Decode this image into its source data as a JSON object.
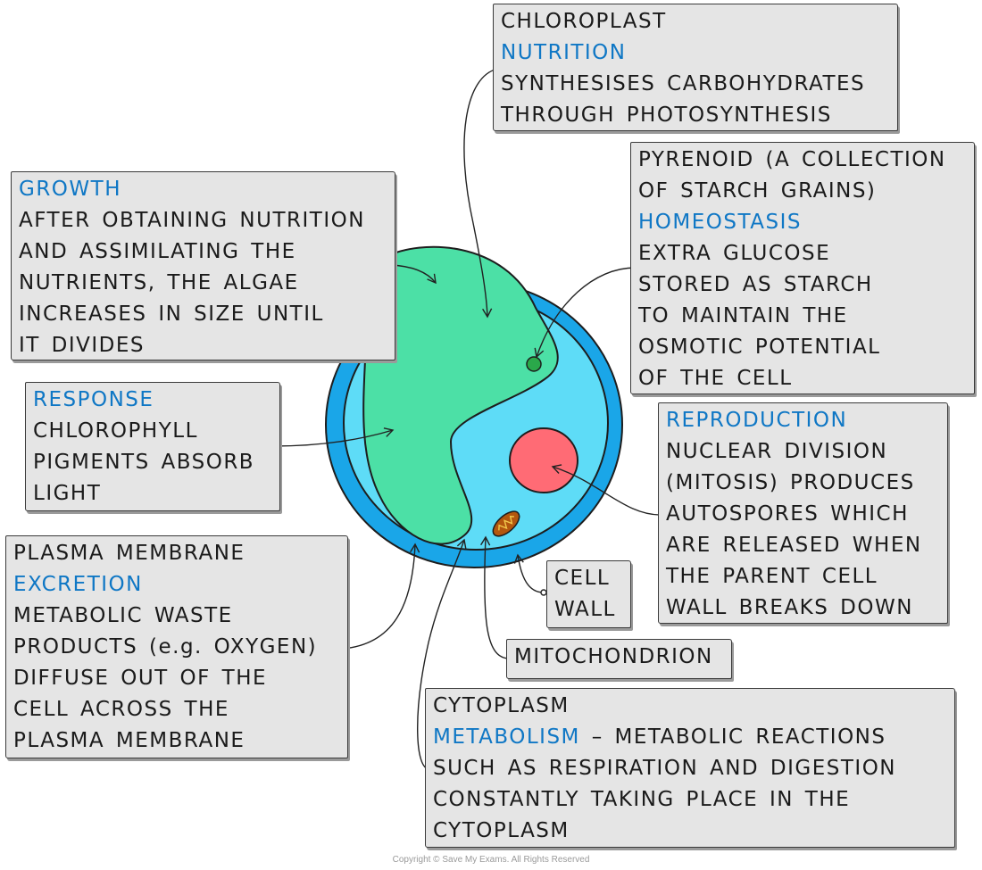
{
  "colors": {
    "cell_wall": "#1aa6e8",
    "cytoplasm": "#5edcf7",
    "chloroplast": "#4ce0a6",
    "nucleus": "#ff6b75",
    "mitochondrion": "#b3570e",
    "pyrenoid": "#2aa84a",
    "keyword": "#0f77c5",
    "label_bg": "#e5e5e5"
  },
  "labels": {
    "chloroplast": {
      "title": "CHLOROPLAST",
      "keyword": "NUTRITION",
      "lines": [
        "SYNTHESISES CARBOHYDRATES",
        "THROUGH PHOTOSYNTHESIS"
      ]
    },
    "growth": {
      "keyword": "GROWTH",
      "lines": [
        "AFTER OBTAINING NUTRITION",
        "AND ASSIMILATING THE",
        "NUTRIENTS, THE ALGAE",
        "INCREASES IN SIZE UNTIL",
        "IT DIVIDES"
      ]
    },
    "pyrenoid": {
      "title_lines": [
        "PYRENOID (A COLLECTION",
        "OF STARCH GRAINS)"
      ],
      "keyword": "HOMEOSTASIS",
      "lines": [
        "EXTRA GLUCOSE",
        "STORED AS STARCH",
        "TO MAINTAIN THE",
        "OSMOTIC POTENTIAL",
        "OF THE CELL"
      ]
    },
    "response": {
      "keyword": "RESPONSE",
      "lines": [
        "CHLOROPHYLL",
        "PIGMENTS ABSORB",
        "LIGHT"
      ]
    },
    "reproduction": {
      "keyword": "REPRODUCTION",
      "lines": [
        "NUCLEAR DIVISION",
        "(MITOSIS) PRODUCES",
        "AUTOSPORES WHICH",
        "ARE RELEASED WHEN",
        "THE PARENT CELL",
        "WALL BREAKS DOWN"
      ]
    },
    "plasma_membrane": {
      "title": "PLASMA MEMBRANE",
      "keyword": "EXCRETION",
      "lines": [
        "METABOLIC WASTE",
        "PRODUCTS (e.g. OXYGEN)",
        "DIFFUSE OUT OF THE",
        "CELL ACROSS THE",
        "PLASMA MEMBRANE"
      ]
    },
    "cell_wall": {
      "lines": [
        "CELL",
        "WALL"
      ]
    },
    "mitochondrion": {
      "text": "MITOCHONDRION"
    },
    "cytoplasm": {
      "title": "CYTOPLASM",
      "keyword": "METABOLISM",
      "keyword_suffix": " – METABOLIC REACTIONS",
      "lines": [
        "SUCH AS RESPIRATION AND DIGESTION",
        "CONSTANTLY TAKING PLACE IN THE",
        "CYTOPLASM"
      ]
    }
  },
  "copyright": "Copyright © Save My Exams. All Rights Reserved"
}
